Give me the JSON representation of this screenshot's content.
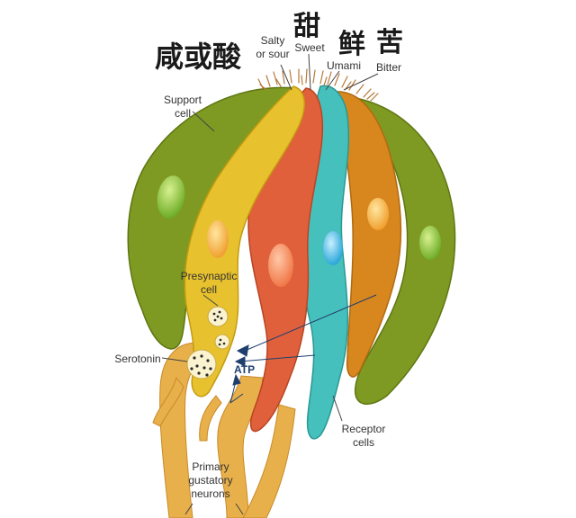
{
  "cjk_labels": {
    "salty_sour": "咸或酸",
    "sweet": "甜",
    "umami": "鲜",
    "bitter": "苦"
  },
  "labels": {
    "salty_sour": "Salty\nor sour",
    "sweet": "Sweet",
    "umami": "Umami",
    "bitter": "Bitter",
    "support_cell": "Support\ncell",
    "presynaptic_cell": "Presynaptic\ncell",
    "serotonin": "Serotonin",
    "atp": "ATP",
    "receptor_cells": "Receptor\ncells",
    "primary_gustatory_neurons": "Primary\ngustatory\nneurons"
  },
  "colors": {
    "support_cell": "#7f9a22",
    "presynaptic_cell": "#e8c22e",
    "sweet_cell": "#e0603c",
    "umami_cell": "#46c0bc",
    "bitter_cell": "#d8861e",
    "neuron": "#e8b04a",
    "atp": "#1f3f6e"
  }
}
